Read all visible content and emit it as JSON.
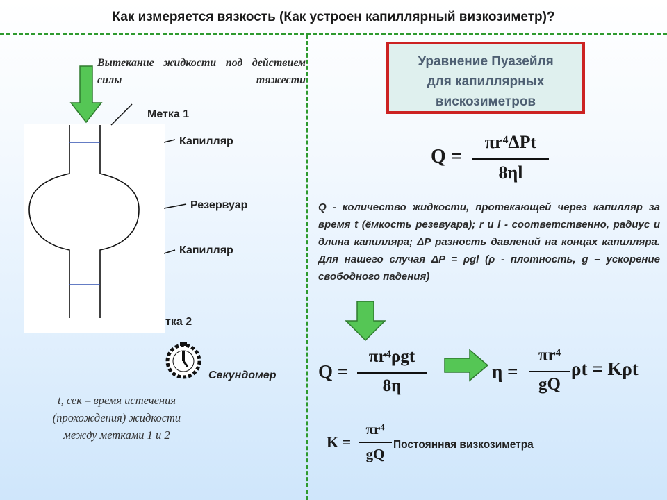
{
  "title": "Как измеряется вязкость (Как устроен капиллярный визкозиметр)?",
  "left": {
    "flow_text": "Вытекание жидкости под действием силы тяжести",
    "label_mark1": "Метка 1",
    "label_capillary_top": "Капилляр",
    "label_reservoir": "Резервуар",
    "label_capillary_bottom": "Капилляр",
    "label_mark2": "тка 2",
    "label_stopwatch": "Секундомер",
    "time_line1": "t, сек – время истечения",
    "time_line2": "(прохождения) жидкости",
    "time_line3": "между метками 1 и 2"
  },
  "right": {
    "box_line1": "Уравнение Пуазейля",
    "box_line2": "для капиллярных",
    "box_line3": "вискозиметров",
    "description": "Q - количество жидкости, протекающей через капилляр за время t (ёмкость резевуара); r и l - соответственно, радиус и длина капилляра; ΔP разность давлений на концах капилляра. Для нашего случая ΔP = ρgl (ρ - плотность, g – ускорение свободного падения)",
    "constant_label": "Постоянная визкозиметра"
  },
  "formulas": {
    "poiseuille": {
      "lhs": "Q =",
      "num": "πr⁴ΔPt",
      "den": "8ηl"
    },
    "q_sub": {
      "lhs": "Q =",
      "num": "πr⁴ρgt",
      "den": "8η"
    },
    "eta": {
      "lhs": "η =",
      "num": "πr⁴",
      "den": "gQ",
      "rest": "ρt = Kρt"
    },
    "k": {
      "lhs": "K =",
      "num": "πr⁴",
      "den": "gQ"
    }
  },
  "colors": {
    "accent_green": "#2e9a2e",
    "arrow_green": "#55c655",
    "box_border": "#cc2222",
    "box_fill": "#dff0ee",
    "mark_line": "#3050b0"
  }
}
